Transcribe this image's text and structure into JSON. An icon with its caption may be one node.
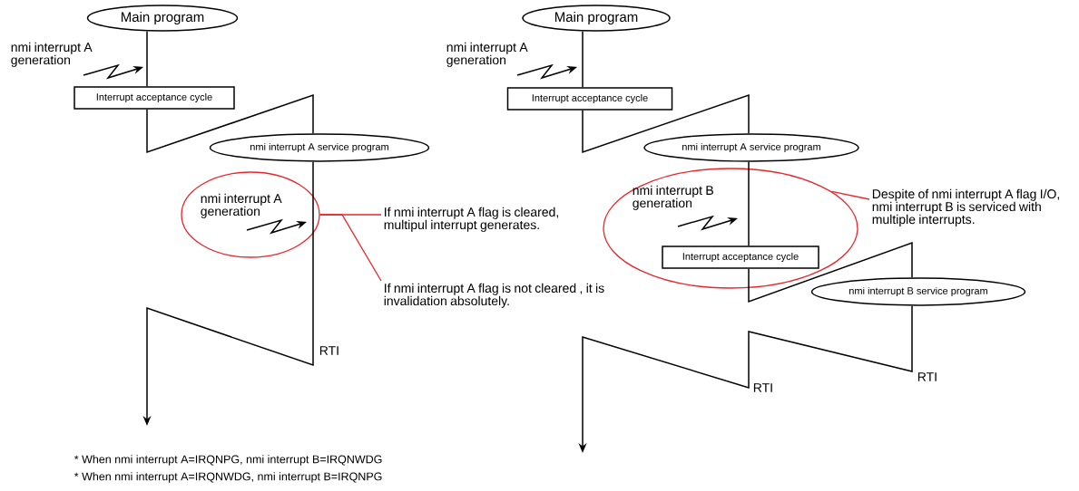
{
  "diagram": {
    "nodes": [
      {
        "text": [
          "Main program"
        ]
      },
      {
        "text": [
          "Interrupt acceptance cycle"
        ]
      },
      {
        "text": [
          "nmi interrupt A service program"
        ]
      },
      {
        "text": [
          "nmi interrupt A generation"
        ]
      },
      {
        "text": [
          "If nmi interrupt A flag is cleared, multipul interrupt generates."
        ]
      },
      {
        "text": [
          "If nmi interrupt A flag is not cleared , it is invalidation absolutely."
        ]
      },
      {
        "text": [
          "Main program"
        ]
      },
      {
        "text": [
          "Interrupt acceptance cycle"
        ]
      },
      {
        "text": [
          "nmi interrupt A service program"
        ]
      },
      {
        "text": [
          "nmi interrupt B generation"
        ]
      },
      {
        "text": [
          "Interrupt acceptance cycle"
        ],
        "in": 9
      },
      {
        "text": [
          "nmi interrupt B service program"
        ]
      },
      {
        "text": [
          "Despite of nmi interrupt A flag I/O, nmi interrupt B is serviced with multiple interrupts."
        ]
      }
    ],
    "edges": [
      {
        "from": 0,
        "to": 1,
        "arrow": "none"
      },
      {
        "from": 1,
        "to": 2,
        "arrow": "none"
      },
      {
        "from": 2,
        "to": null,
        "arrow": "to"
      },
      {
        "from": 4,
        "to": 3,
        "arrow": "none",
        "color": "#e8262c"
      },
      {
        "from": 5,
        "to": 3,
        "arrow": "none",
        "color": "#e8262c"
      },
      {
        "from": 6,
        "to": 7,
        "arrow": "none"
      },
      {
        "from": 7,
        "to": 8,
        "arrow": "none"
      },
      {
        "from": 8,
        "to": 10,
        "arrow": "none"
      },
      {
        "from": 10,
        "to": 11,
        "arrow": "none"
      },
      {
        "from": 11,
        "to": null,
        "arrow": "to"
      },
      {
        "from": 12,
        "to": 9,
        "arrow": "none",
        "color": "#e8262c"
      }
    ],
    "labels": [
      "nmi interrupt A generation",
      "RTI",
      "nmi interrupt A generation",
      "RTI",
      "RTI",
      "* When nmi interrupt A=IRQNPG, nmi interrupt B=IRQNWDG",
      "* When nmi interrupt A=IRQNWDG, nmi interrupt B=IRQNPG"
    ]
  }
}
